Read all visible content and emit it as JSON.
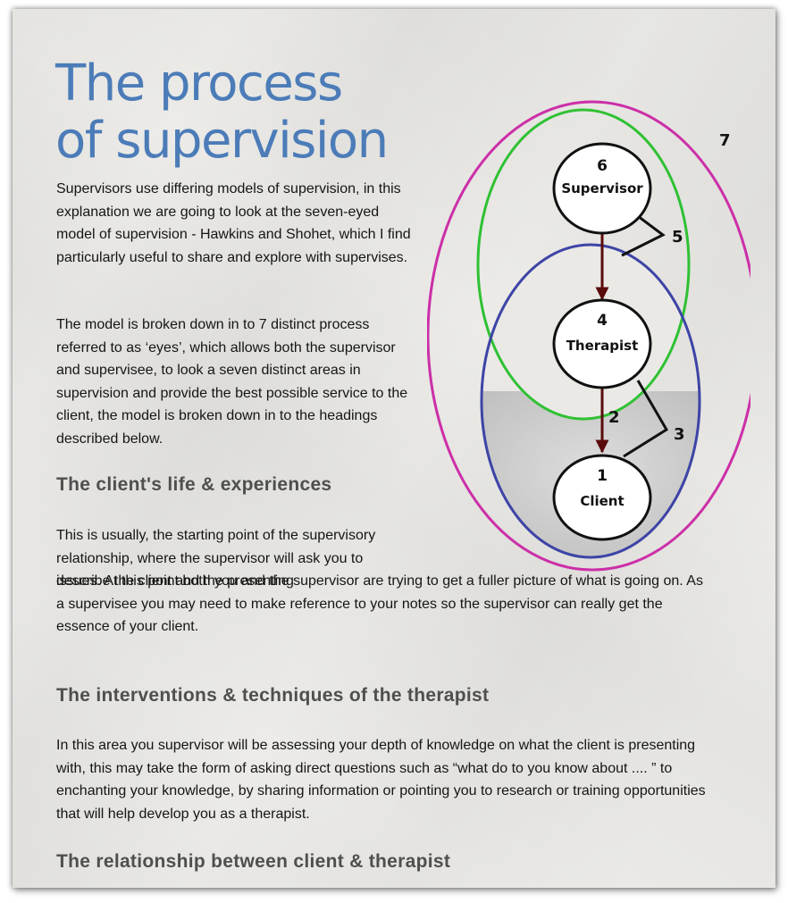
{
  "title": {
    "line1": "The process",
    "line2": "of supervision"
  },
  "intro": {
    "p1": "Supervisors use differing models of supervision, in this explanation we are going to look at the seven-eyed model of supervision - Hawkins and Shohet, which I find particularly useful to share and explore with supervises.",
    "p2": "The model is broken down in to 7 distinct process referred to as ‘eyes’, which allows both the supervisor and supervisee, to look a seven distinct areas in supervision and provide the best possible service to the client, the model is broken down in to the headings described below."
  },
  "sections": [
    {
      "heading": "The client's life & experiences",
      "body_part1": "This is usually, the starting point of the supervisory relationship, where the supervisor will ask you to describe the client and the presenting",
      "body_part2": "issues. At this point both you and the supervisor are trying to get a fuller picture of what is going on. As a supervisee you may need to make reference to your notes so the supervisor can really get the essence of your client."
    },
    {
      "heading": "The interventions & techniques of the therapist",
      "body": "In this area you supervisor will be assessing your depth of knowledge on what the client is presenting with, this may take the form of asking direct questions such as “what do to you know about .... ” to enchanting your knowledge, by sharing information or pointing you to research or training opportunities that will help develop you as a therapist."
    },
    {
      "heading": "The relationship between client & therapist"
    }
  ],
  "diagram": {
    "nodes": [
      {
        "number": "6",
        "label": "Supervisor"
      },
      {
        "number": "4",
        "label": "Therapist"
      },
      {
        "number": "1",
        "label": "Client"
      }
    ],
    "eyes": {
      "e2": "2",
      "e3": "3",
      "e5": "5",
      "e7": "7"
    },
    "colors": {
      "outer": "#cc2fa8",
      "green": "#2fc133",
      "blue": "#3d44a6",
      "arrow": "#5a0b0b"
    }
  }
}
